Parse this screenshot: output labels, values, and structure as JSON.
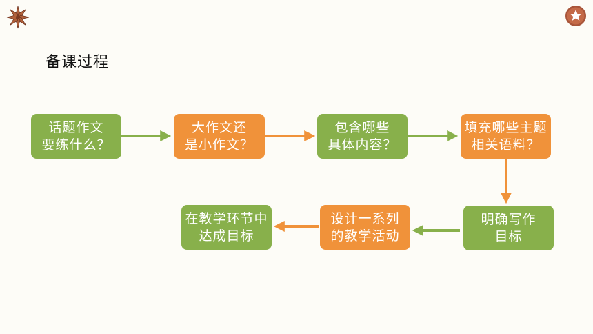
{
  "slide": {
    "title": "备课过程",
    "colors": {
      "green": "#88b04b",
      "orange": "#f0923a",
      "background": "#fdfcf7"
    },
    "icons": [
      "star-anise-icon",
      "star-badge-icon"
    ]
  },
  "flow": {
    "boxes": [
      {
        "id": "b1",
        "lines": [
          "话题作文",
          "要练什么？"
        ],
        "color": "green"
      },
      {
        "id": "b2",
        "lines": [
          "大作文还",
          "是小作文？"
        ],
        "color": "orange"
      },
      {
        "id": "b3",
        "lines": [
          "包含哪些",
          "具体内容？"
        ],
        "color": "green"
      },
      {
        "id": "b4",
        "lines": [
          "填充哪些主题",
          "相关语料？"
        ],
        "color": "orange"
      },
      {
        "id": "b5",
        "lines": [
          "明确写作",
          "目标"
        ],
        "color": "green"
      },
      {
        "id": "b6",
        "lines": [
          "设计一系列",
          "的教学活动"
        ],
        "color": "orange"
      },
      {
        "id": "b7",
        "lines": [
          "在教学环节中",
          "达成目标"
        ],
        "color": "green"
      }
    ]
  }
}
